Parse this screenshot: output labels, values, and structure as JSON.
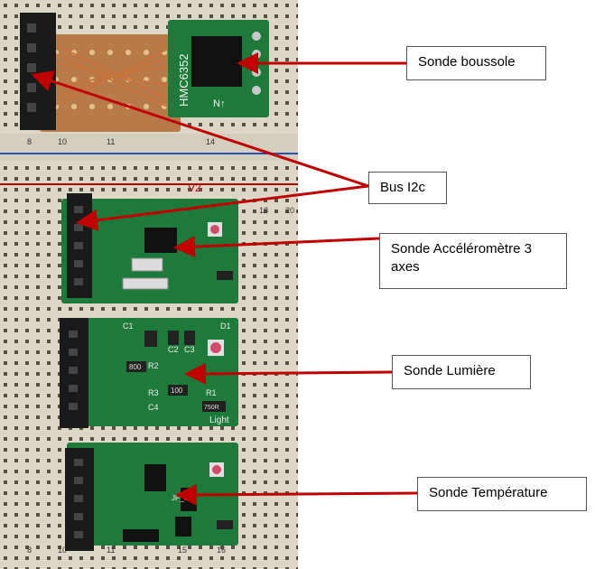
{
  "labels": {
    "compass": "Sonde boussole",
    "bus": "Bus I2c",
    "accelerometer": "Sonde Accéléromètre 3 axes",
    "light": "Sonde Lumière",
    "temperature": "Sonde Température"
  },
  "silkscreen": {
    "compass_chip": "HMC6352",
    "compass_north": "N↑",
    "rail_label": "V2",
    "light_name": "Light",
    "parts": [
      "C1",
      "C2",
      "C3",
      "D1",
      "R2",
      "R3",
      "R1",
      "C4",
      "JP_3",
      "800",
      "100",
      "750R"
    ],
    "column_numbers": [
      "8",
      "10",
      "11",
      "14",
      "15",
      "16",
      "18",
      "20"
    ]
  },
  "colors": {
    "breadboard": "#ddd7c8",
    "pcb": "#1e7a3a",
    "arrow": "#c00000",
    "header": "#1a1a1a"
  }
}
